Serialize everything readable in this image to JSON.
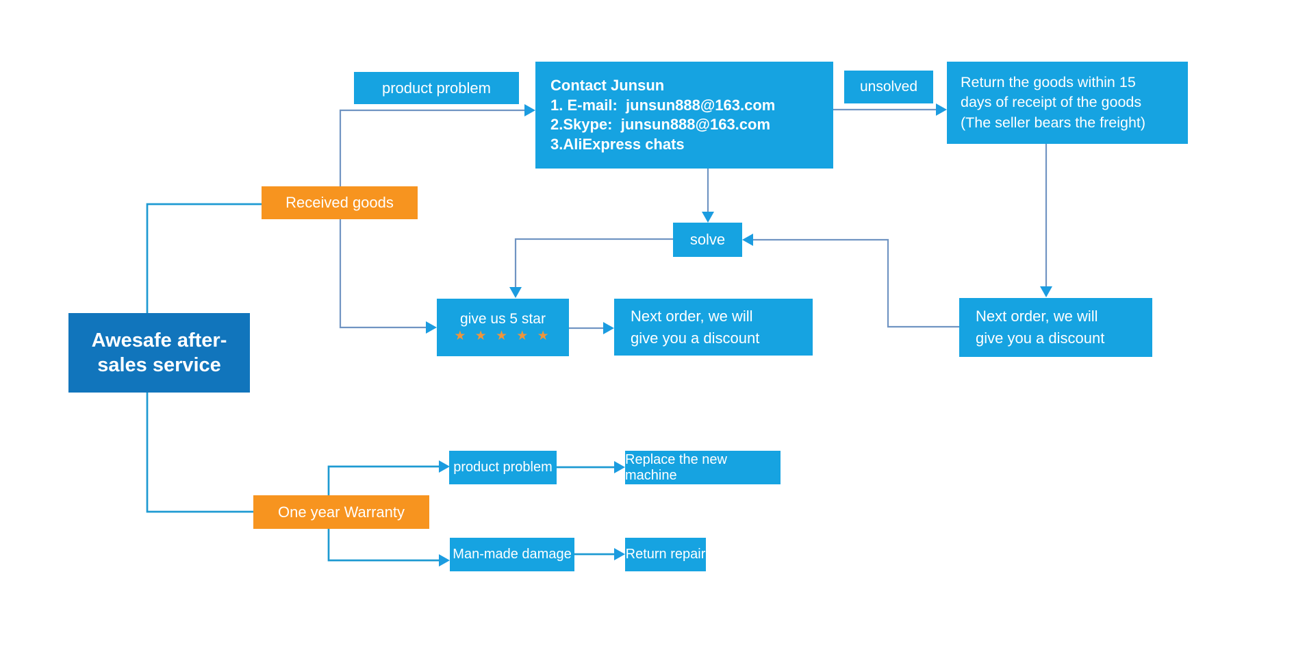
{
  "title": {
    "line1": "Awesafe after-",
    "line2": "sales service"
  },
  "branches": {
    "received_goods": "Received goods",
    "one_year_warranty": "One year Warranty"
  },
  "nodes": {
    "product_problem_top": "product problem",
    "contact_title": "Contact Junsun",
    "contact_line1": "1. E-mail:  junsun888@163.com",
    "contact_line2": "2.Skype:  junsun888@163.com",
    "contact_line3": "3.AliExpress chats",
    "unsolved": "unsolved",
    "return_line1": "Return the goods within 15",
    "return_line2": "days of receipt of the goods",
    "return_line3": "(The seller bears the freight)",
    "solve": "solve",
    "five_star_label": "give us 5 star",
    "five_star_stars": "★ ★ ★ ★ ★",
    "discount_line1": "Next order, we will",
    "discount_line2": "give you a discount",
    "product_problem_bottom": "product problem",
    "replace_machine": "Replace the new machine",
    "man_made_damage": "Man-made damage",
    "return_repair": "Return repair"
  },
  "colors": {
    "box_blue": "#16a3e1",
    "box_dark_blue": "#1175bc",
    "box_orange": "#f7941f",
    "line_steel": "#7094c2",
    "line_bright": "#1e9ad2",
    "arrowhead_blue": "#1b9ce0",
    "star_orange": "#f0953a"
  }
}
